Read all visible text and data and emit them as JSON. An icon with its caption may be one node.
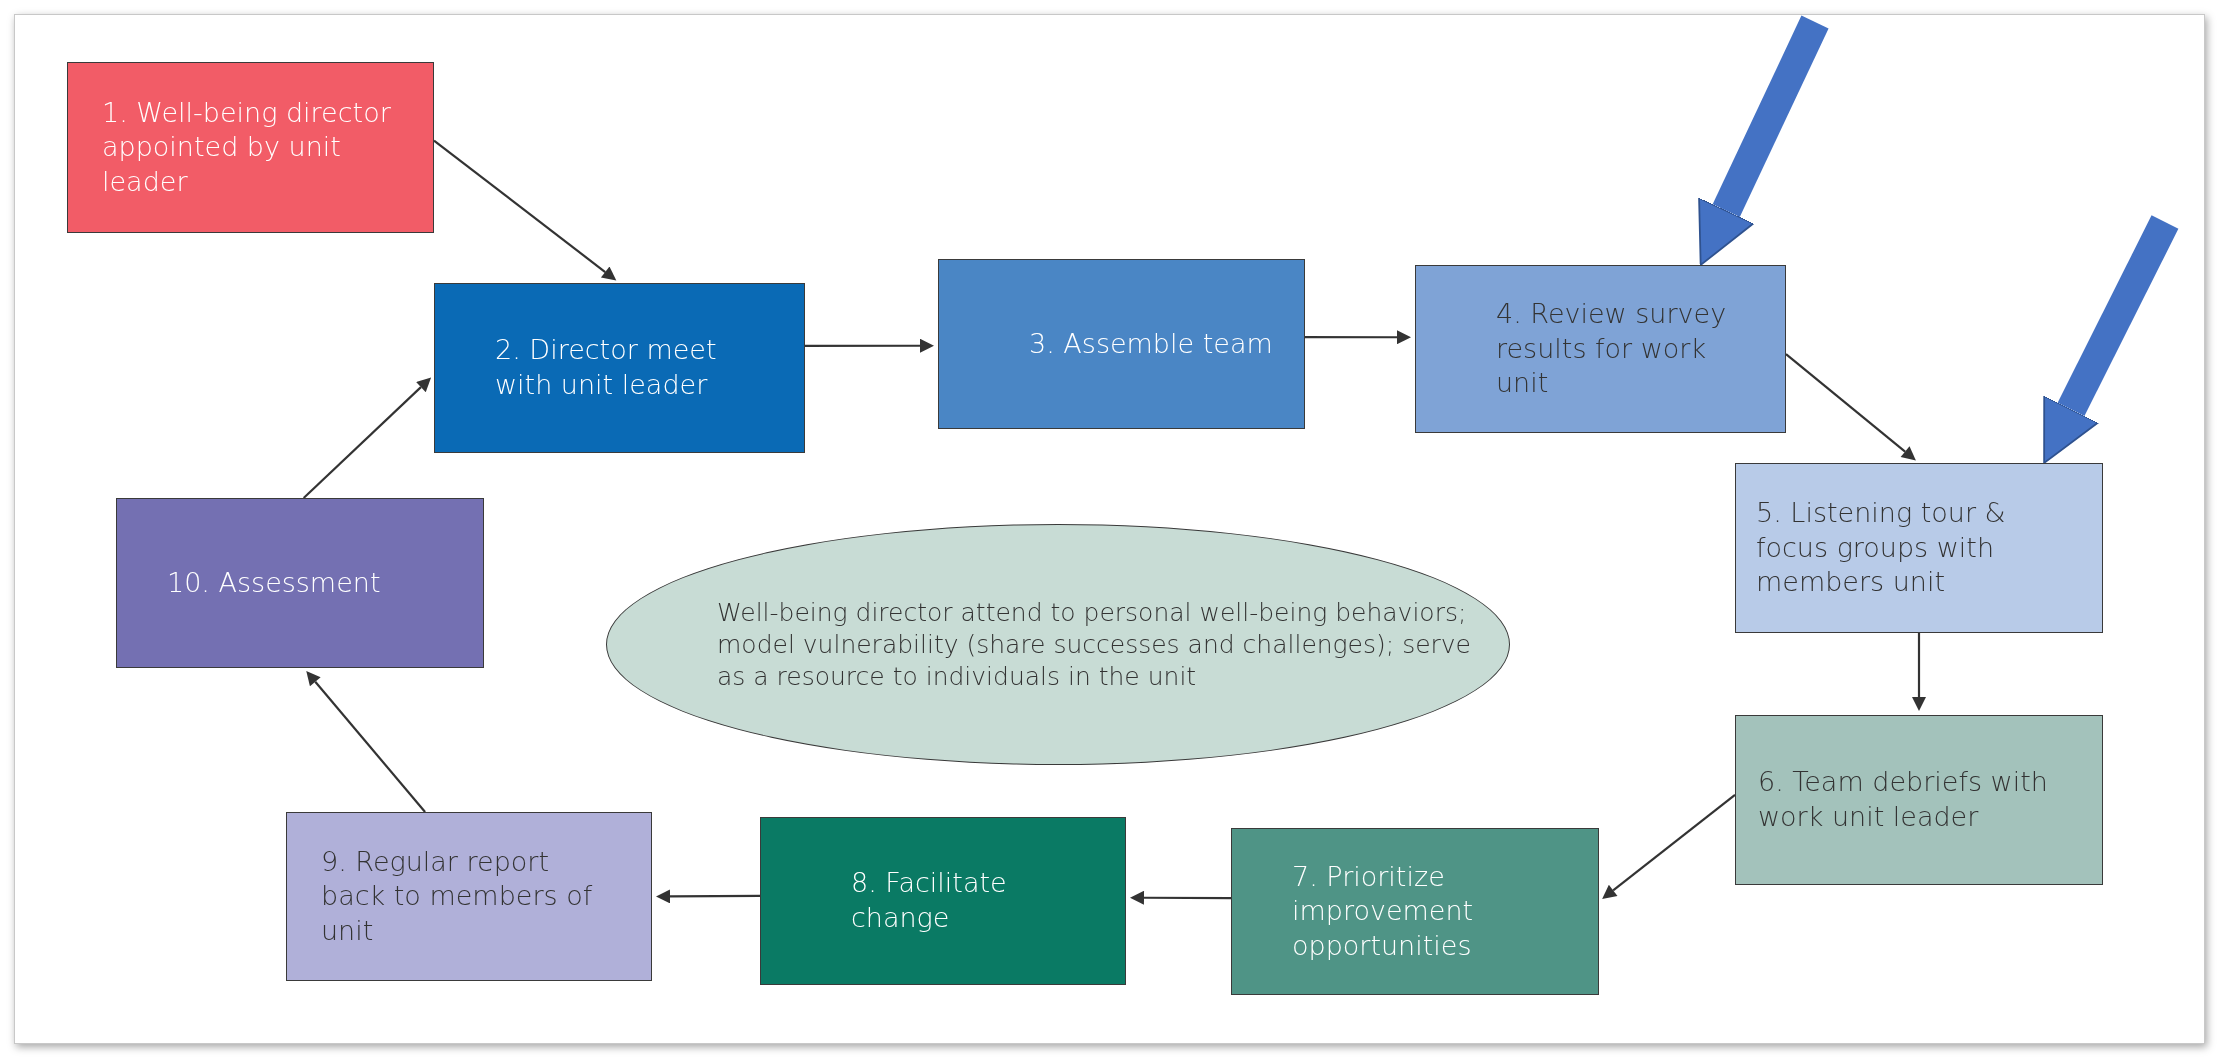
{
  "diagram": {
    "nodes": [
      {
        "text": [
          "1. Well-being director appointed by unit leader"
        ]
      },
      {
        "text": [
          "2. Director meet with unit leader"
        ]
      },
      {
        "text": [
          "3. Assemble team"
        ]
      },
      {
        "text": [
          "4. Review survey results for work unit"
        ]
      },
      {
        "text": [
          "5. Listening tour & focus groups with members unit"
        ]
      },
      {
        "text": [
          "6. Team debriefs with work unit leader"
        ]
      },
      {
        "text": [
          "7. Prioritize improvement opportunities"
        ]
      },
      {
        "text": [
          "8. Facilitate change"
        ]
      },
      {
        "text": [
          "9. Regular report back to members of unit"
        ]
      },
      {
        "text": [
          "10. Assessment"
        ]
      },
      {
        "text": [
          "Well-being director attend to personal well-being behaviors; model vulnerability (share successes and challenges); serve as a resource to individuals in the unit"
        ]
      }
    ],
    "edges": [
      {
        "from": 0,
        "to": 1,
        "arrow": "to"
      },
      {
        "from": 1,
        "to": 2,
        "arrow": "to"
      },
      {
        "from": 2,
        "to": 3,
        "arrow": "to"
      },
      {
        "from": 3,
        "to": 4,
        "arrow": "to"
      },
      {
        "from": 4,
        "to": 5,
        "arrow": "to"
      },
      {
        "from": 5,
        "to": 6,
        "arrow": "to"
      },
      {
        "from": 6,
        "to": 7,
        "arrow": "to"
      },
      {
        "from": 7,
        "to": 8,
        "arrow": "to"
      },
      {
        "from": 8,
        "to": 9,
        "arrow": "to"
      },
      {
        "from": 9,
        "to": 1,
        "arrow": "to"
      },
      {
        "from": null,
        "to": 3,
        "arrow": "to",
        "style": "thick",
        "color": "#4472c4"
      },
      {
        "from": null,
        "to": 4,
        "arrow": "to",
        "style": "thick",
        "color": "#4472c4"
      }
    ]
  }
}
